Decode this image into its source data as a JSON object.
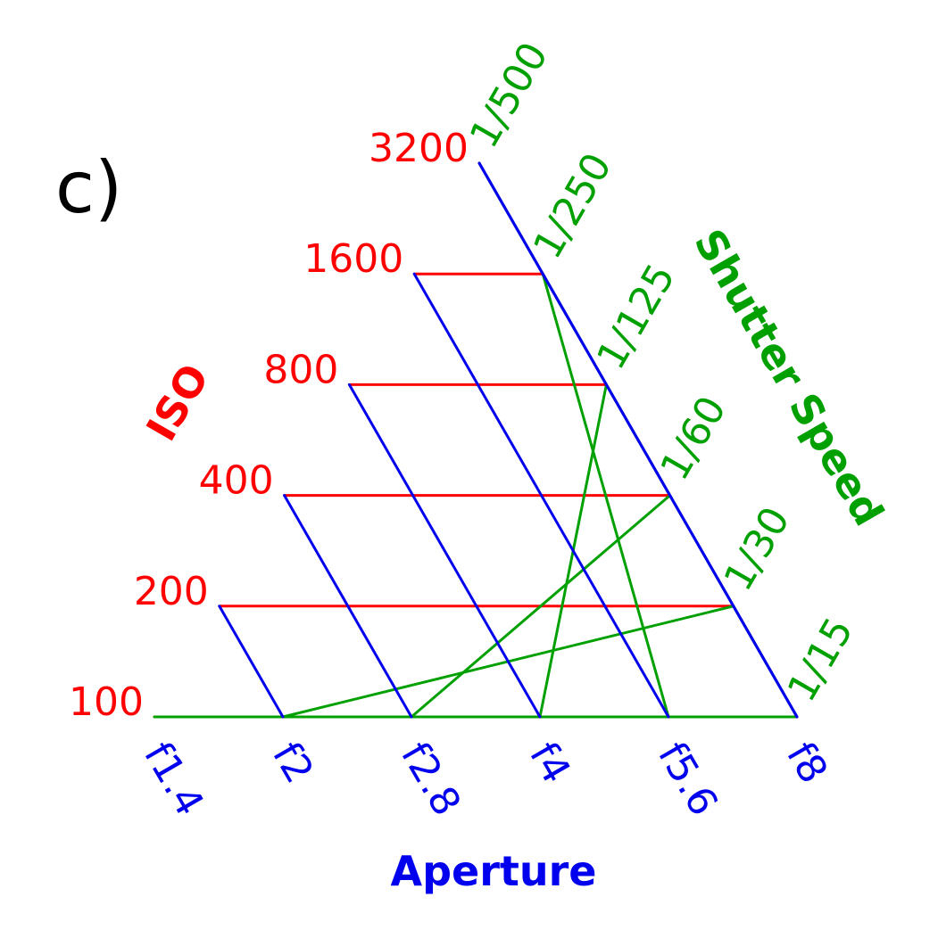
{
  "panel_label": "c)",
  "colors": {
    "iso": "#ff0000",
    "shutter": "#00a000",
    "aperture": "#0000ee",
    "panel": "#000000"
  },
  "iso": {
    "title": "ISO",
    "ticks": [
      "100",
      "200",
      "400",
      "800",
      "1600",
      "3200"
    ]
  },
  "shutter": {
    "title": "Shutter Speed",
    "ticks": [
      "1/15",
      "1/30",
      "1/60",
      "1/125",
      "1/250",
      "1/500"
    ]
  },
  "aperture": {
    "title": "Aperture",
    "ticks": [
      "f1.4",
      "f2",
      "f2.8",
      "f4",
      "f5.6",
      "f8"
    ]
  }
}
